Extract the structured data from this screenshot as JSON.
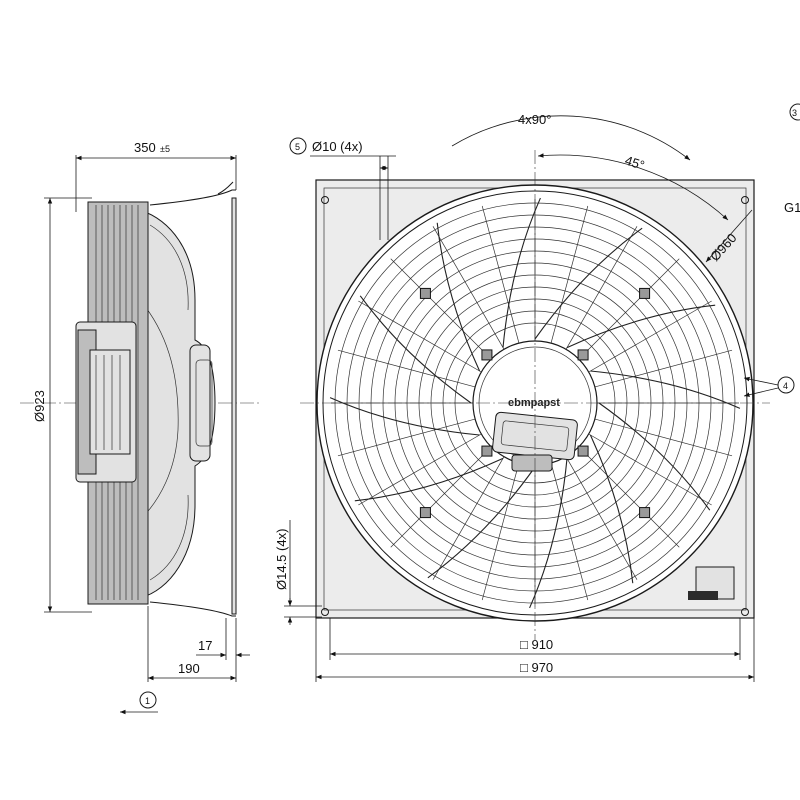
{
  "drawing": {
    "dimensions": {
      "depth": "350",
      "depth_tol": "±5",
      "diameter_923": "Ø923",
      "dim_17": "17",
      "dim_190": "190",
      "hole_10": "Ø10 (4x)",
      "hole_14_5": "Ø14.5 (4x)",
      "angle_4x90": "4x90°",
      "angle_45": "45°",
      "diameter_960": "Ø960",
      "square_910": "□ 910",
      "square_970": "□ 970"
    },
    "callouts": {
      "c1": "1",
      "c3": "3",
      "c4": "4",
      "c5": "5"
    },
    "partial_label": "G1",
    "brand": "ebmpapst"
  }
}
